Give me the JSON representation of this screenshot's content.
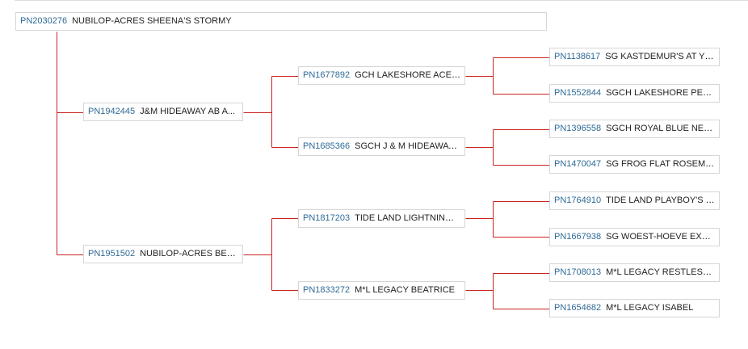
{
  "colors": {
    "connector": "#cc2222",
    "reg_link": "#2e6a96",
    "name_text": "#222222"
  },
  "pedigree": {
    "root": {
      "reg": "PN2030276",
      "name": "NUBILOP-ACRES SHEENA'S STORMY"
    },
    "gen1": [
      {
        "reg": "PN1942445",
        "name": "J&M HIDEAWAY AB A..."
      },
      {
        "reg": "PN1951502",
        "name": "NUBILOP-ACRES BEAT..."
      }
    ],
    "gen2": [
      {
        "reg": "PN1677892",
        "name": "GCH LAKESHORE ACE B..."
      },
      {
        "reg": "PN1685366",
        "name": "SGCH J & M HIDEAWAY ..."
      },
      {
        "reg": "PN1817203",
        "name": "TIDE LAND LIGHTNING ..."
      },
      {
        "reg": "PN1833272",
        "name": "M*L LEGACY BEATRICE"
      }
    ],
    "gen3": [
      {
        "reg": "PN1138617",
        "name": "SG KASTDEMUR'S AT YO..."
      },
      {
        "reg": "PN1552844",
        "name": "SGCH LAKESHORE PERF..."
      },
      {
        "reg": "PN1396558",
        "name": "SGCH ROYAL BLUE NEV..."
      },
      {
        "reg": "PN1470047",
        "name": "SG FROG FLAT ROSEMARY"
      },
      {
        "reg": "PN1764910",
        "name": "TIDE LAND PLAYBOY'S B..."
      },
      {
        "reg": "PN1667938",
        "name": "SG WOEST-HOEVE EXOD..."
      },
      {
        "reg": "PN1708013",
        "name": "M*L LEGACY RESTLESS ..."
      },
      {
        "reg": "PN1654682",
        "name": "M*L LEGACY ISABEL"
      }
    ]
  }
}
